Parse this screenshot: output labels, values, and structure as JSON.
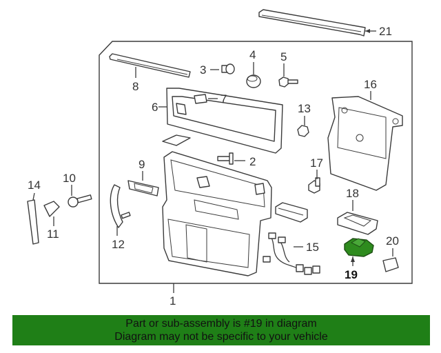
{
  "diagram": {
    "highlight_color": "#2e8b1e",
    "highlighted_part": "19",
    "callouts": [
      "1",
      "2",
      "3",
      "4",
      "5",
      "6",
      "7",
      "8",
      "9",
      "10",
      "11",
      "12",
      "13",
      "14",
      "15",
      "16",
      "17",
      "18",
      "19",
      "20",
      "21"
    ]
  },
  "banner": {
    "line1": "Part or sub-assembly is #19 in diagram",
    "line2": "Diagram may not be specific to your vehicle",
    "background": "#1f7f17"
  }
}
